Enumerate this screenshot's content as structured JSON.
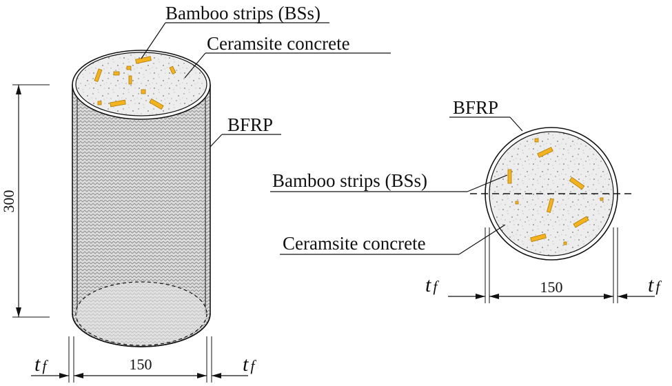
{
  "labels": {
    "bamboo_strips": "Bamboo strips (BSs)",
    "ceramsite_concrete": "Ceramsite concrete",
    "bfrp": "BFRP"
  },
  "dimensions": {
    "height": "300",
    "diameter": "150",
    "thickness_symbol": "t",
    "thickness_subscript": "f"
  },
  "colors": {
    "bamboo_strip": "#F2B31E",
    "bamboo_strip_outline": "#B07A08",
    "concrete_fill": "#EDEDED",
    "line": "#111111"
  }
}
